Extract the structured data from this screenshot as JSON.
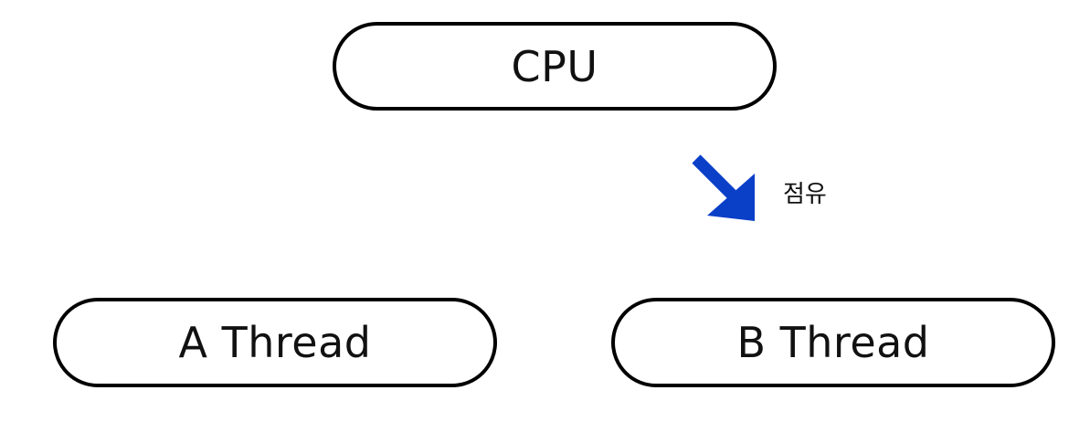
{
  "nodes": {
    "cpu": {
      "label": "CPU"
    },
    "a_thread": {
      "label": "A Thread"
    },
    "b_thread": {
      "label": "B Thread"
    }
  },
  "edge": {
    "label": "점유",
    "from": "cpu",
    "to": "b_thread",
    "arrow_color": "#0a3fc8"
  },
  "colors": {
    "node_border": "#000000",
    "node_fill": "#ffffff",
    "text": "#111111"
  }
}
